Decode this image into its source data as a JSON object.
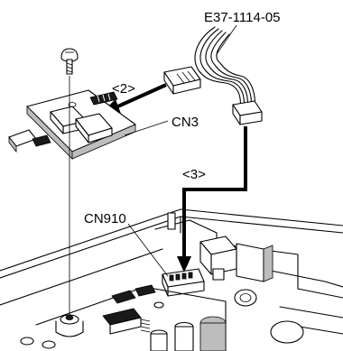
{
  "labels": {
    "cable_part": "E37-1114-05",
    "step2": "<2>",
    "step3": "<3>",
    "cn3": "CN3",
    "cn910": "CN910"
  }
}
